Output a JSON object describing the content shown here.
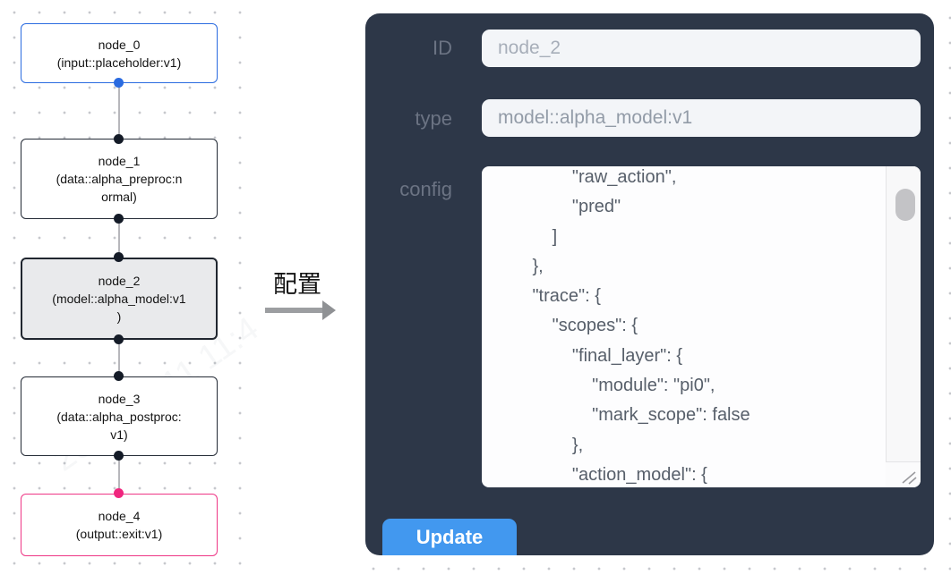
{
  "flow": {
    "nodes": [
      {
        "title": "node_0",
        "subtitle_lines": [
          "(input::placeholder:v1)"
        ],
        "border_color": "#2a6be0",
        "selected": false
      },
      {
        "title": "node_1",
        "subtitle_lines": [
          "(data::alpha_preproc:n",
          "ormal)"
        ],
        "border_color": "#232a35",
        "selected": false
      },
      {
        "title": "node_2",
        "subtitle_lines": [
          "(model::alpha_model:v1",
          ")"
        ],
        "border_color": "#20262f",
        "selected": true
      },
      {
        "title": "node_3",
        "subtitle_lines": [
          "(data::alpha_postproc:",
          "v1)"
        ],
        "border_color": "#232a35",
        "selected": false
      },
      {
        "title": "node_4",
        "subtitle_lines": [
          "(output::exit:v1)"
        ],
        "border_color": "#ee3685",
        "selected": false
      }
    ],
    "handle_colors": {
      "input": "#2a6be0",
      "default": "#141b27",
      "output": "#f0257e"
    },
    "edge_color": "#b7b7bc"
  },
  "transfer": {
    "label": "配置",
    "arrow_color": "#9c9ea1"
  },
  "panel": {
    "bg_color": "#2d3748",
    "fields": {
      "id": {
        "label": "ID",
        "value": "node_2"
      },
      "type": {
        "label": "type",
        "value": "model::alpha_model:v1"
      },
      "config": {
        "label": "config",
        "value": "                \"raw_action\",\n                \"pred\"\n            ]\n        },\n        \"trace\": {\n            \"scopes\": {\n                \"final_layer\": {\n                    \"module\": \"pi0\",\n                    \"mark_scope\": false\n                },\n                \"action_model\": {"
      }
    },
    "update_button": {
      "label": "Update",
      "color": "#4298ef"
    }
  },
  "watermark": "2025/04/11 11:4"
}
